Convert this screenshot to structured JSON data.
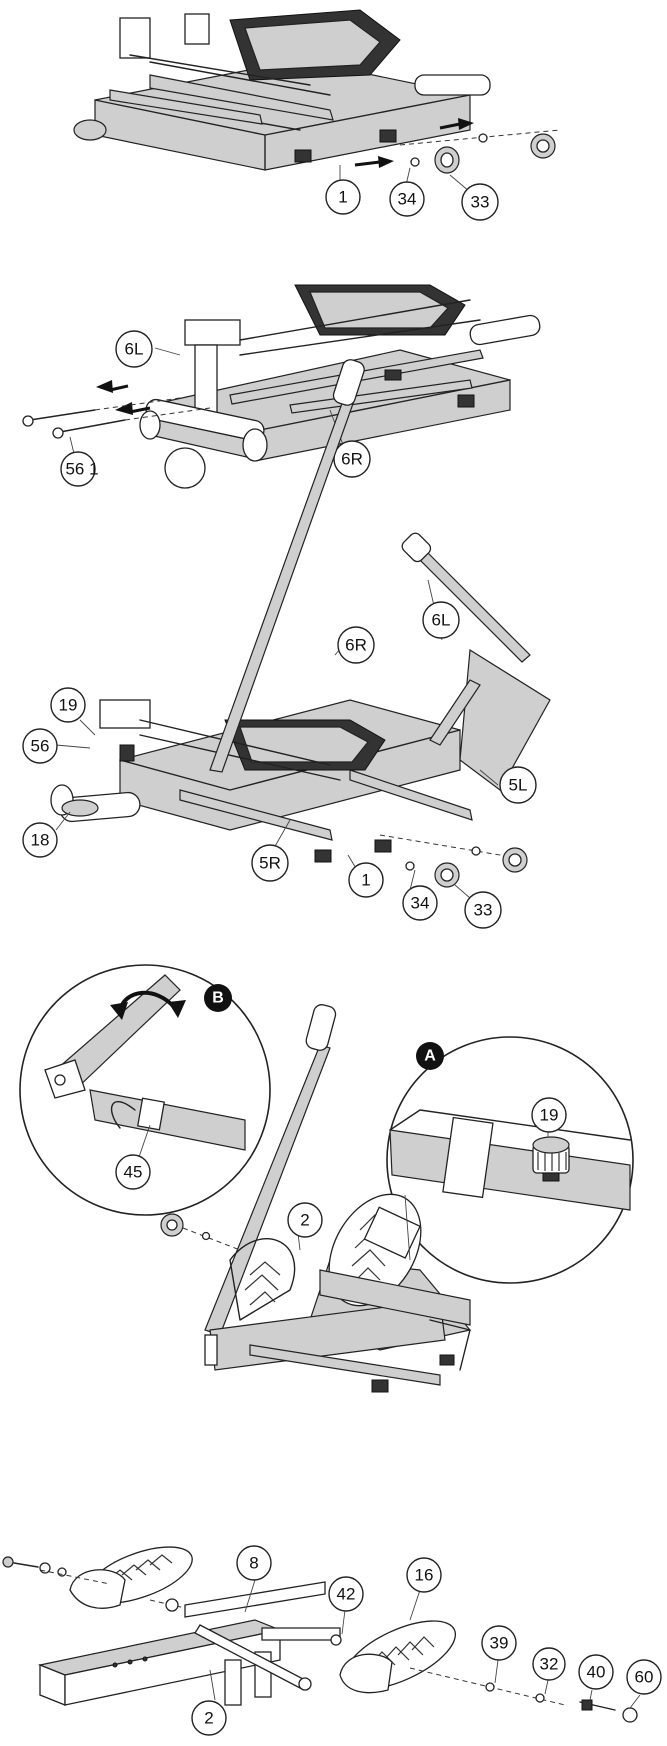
{
  "step1": {
    "callouts": [
      "1",
      "34",
      "33"
    ]
  },
  "step2": {
    "callouts": [
      "6L",
      "6R",
      "56 1"
    ]
  },
  "step3": {
    "callouts": [
      "6R",
      "6L",
      "19",
      "56",
      "5L",
      "18",
      "5R",
      "1",
      "34",
      "33"
    ]
  },
  "step4": {
    "detail_b": {
      "badge": "B",
      "callouts": [
        "45"
      ]
    },
    "detail_a": {
      "badge": "A",
      "callouts": [
        "19"
      ]
    },
    "callouts": [
      "2"
    ]
  },
  "step5": {
    "callouts": [
      "8",
      "42",
      "16",
      "39",
      "32",
      "40",
      "60",
      "2"
    ]
  }
}
